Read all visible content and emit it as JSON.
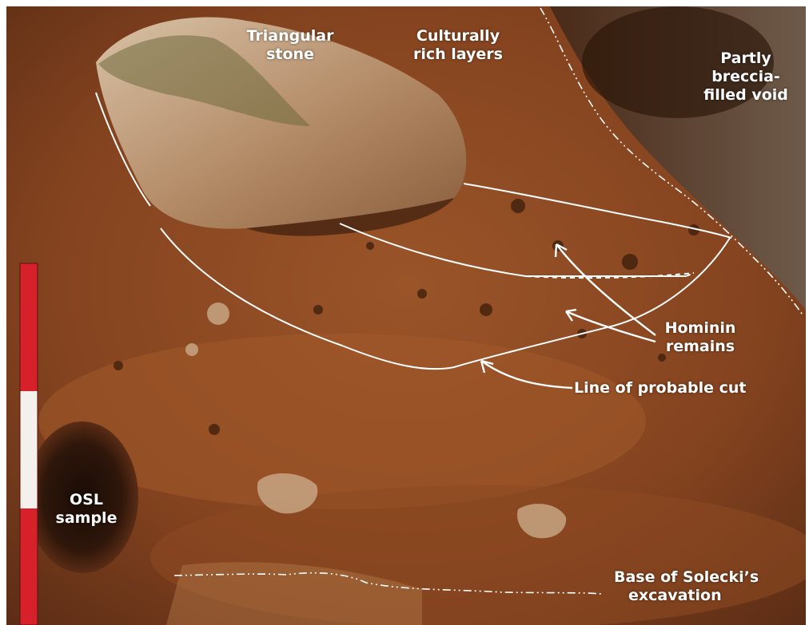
{
  "labels": {
    "triangular_stone": [
      "Triangular",
      "stone"
    ],
    "culturally_rich": [
      "Culturally",
      "rich layers"
    ],
    "breccia_void": [
      "Partly",
      "breccia-",
      "filled void"
    ],
    "hominin": [
      "Hominin",
      "remains"
    ],
    "probable_cut": "Line of probable cut",
    "osl": [
      "OSL",
      "sample"
    ],
    "solecki_base": [
      "Base of Solecki’s",
      "excavation"
    ]
  },
  "colors": {
    "sediment": "#8a4622",
    "rock": "#b89573",
    "annotation": "#ffffff",
    "scale_red": "#d6202a"
  }
}
